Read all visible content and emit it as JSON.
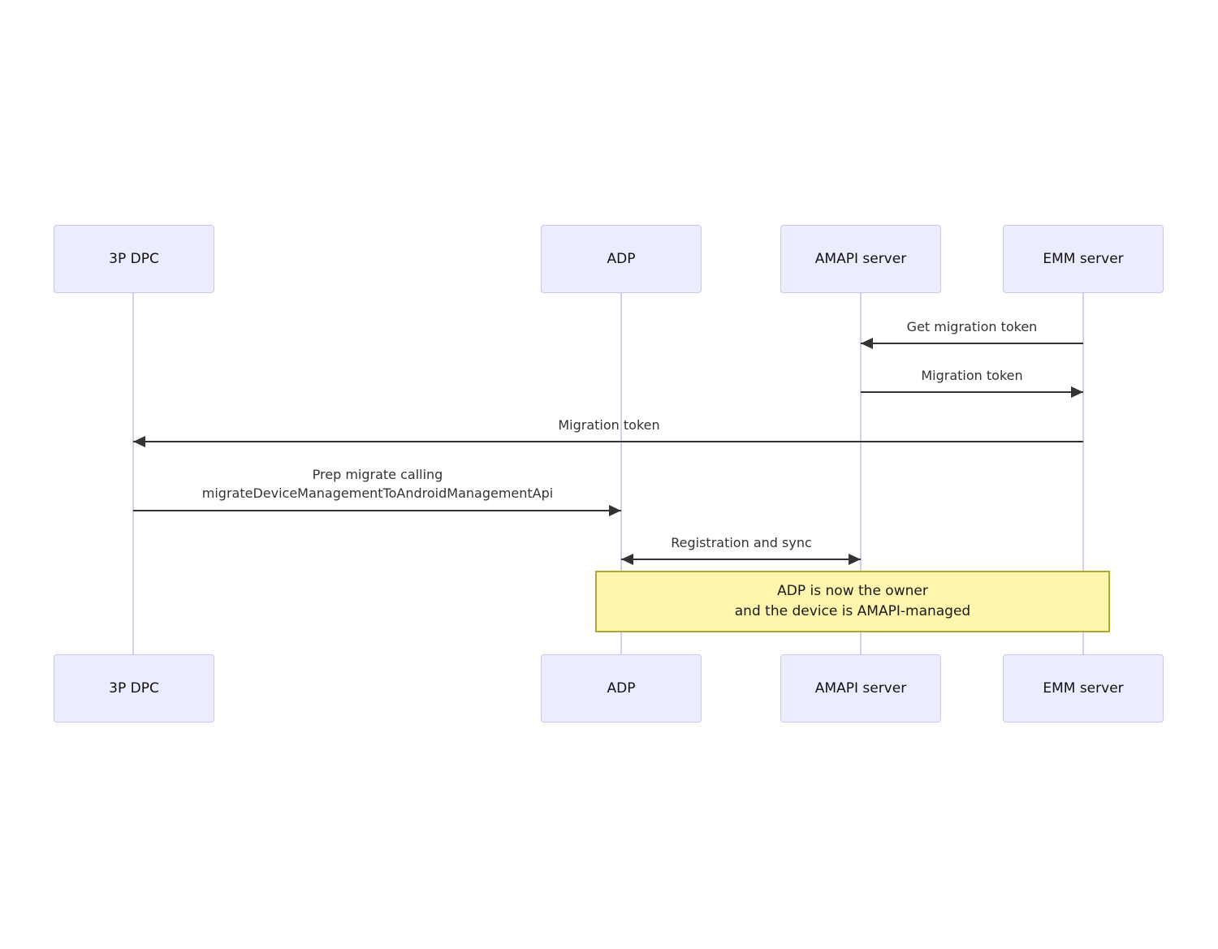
{
  "diagram": {
    "type": "sequence-diagram",
    "actors": [
      {
        "id": "3p-dpc",
        "label": "3P DPC"
      },
      {
        "id": "adp",
        "label": "ADP"
      },
      {
        "id": "amapi-server",
        "label": "AMAPI server"
      },
      {
        "id": "emm-server",
        "label": "EMM server"
      }
    ],
    "messages": [
      {
        "from": "emm-server",
        "to": "amapi-server",
        "label": "Get migration token",
        "arrow": "left"
      },
      {
        "from": "amapi-server",
        "to": "emm-server",
        "label": "Migration token",
        "arrow": "right"
      },
      {
        "from": "emm-server",
        "to": "3p-dpc",
        "label": "Migration token",
        "arrow": "left"
      },
      {
        "from": "3p-dpc",
        "to": "adp",
        "label_line1": "Prep migrate calling",
        "label_line2": "migrateDeviceManagementToAndroidManagementApi",
        "arrow": "right"
      },
      {
        "from": "adp",
        "to": "amapi-server",
        "label": "Registration and sync",
        "arrow": "both"
      }
    ],
    "note": {
      "line1": "ADP is now the owner",
      "line2": "and the device is AMAPI-managed",
      "spans": [
        "adp",
        "emm-server"
      ]
    },
    "colors": {
      "actor_fill": "#ececff",
      "actor_border": "#cdc5ec",
      "lifeline": "#d6cdf2",
      "arrow": "#333333",
      "message_text": "#333333",
      "note_fill": "#fff5ad",
      "note_border": "#aaaa33",
      "background": "#ffffff"
    }
  }
}
